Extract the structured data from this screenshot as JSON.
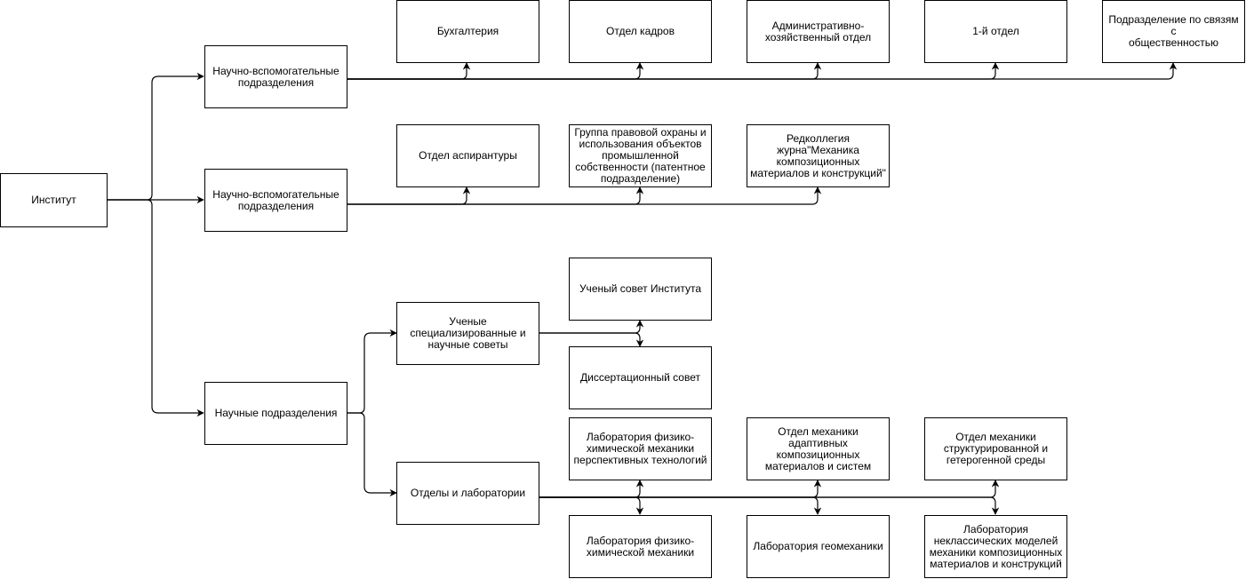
{
  "nodes": {
    "institute": "Институт",
    "aux1": "Научно-вспомогательные\nподразделения",
    "aux2": "Научно-вспомогательные\nподразделения",
    "science": "Научные подразделения",
    "accounting": "Бухгалтерия",
    "hr": "Отдел кадров",
    "admin": "Административно-\nхозяйственный отдел",
    "first_dept": "1-й отдел",
    "pr": "Подразделение по связям с\nобщественностью",
    "postgrad": "Отдел аспирантуры",
    "patent": "Группа правовой охраны и\nиспользования объектов\nпромышленной\nсобственности (патентное\nподразделение)",
    "editorial": "Редколлегия\nжурна\"Механика\nкомпозиционных\nматериалов и конструкций\"",
    "councils": "Ученые\nспециализированные и\nнаучные советы",
    "academic_council": "Ученый совет Института",
    "dissertation_council": "Диссертационный совет",
    "depts_labs": "Отделы и лаборатории",
    "lab_phys_chem_tech": "Лаборатория физико-\nхимической механики\nперспективных технологий",
    "dept_adaptive": "Отдел механики\nадаптивных\nкомпозиционных\nматериалов и систем",
    "dept_structured": "Отдел механики\nструктурированной и\nгетерогенной среды",
    "lab_phys_chem": "Лаборатория физико-\nхимической механики",
    "lab_geo": "Лаборатория геомеханики",
    "lab_nonclassical": "Лаборатория\nнеклассических моделей\nмеханики композиционных\nматериалов и конструкций"
  }
}
